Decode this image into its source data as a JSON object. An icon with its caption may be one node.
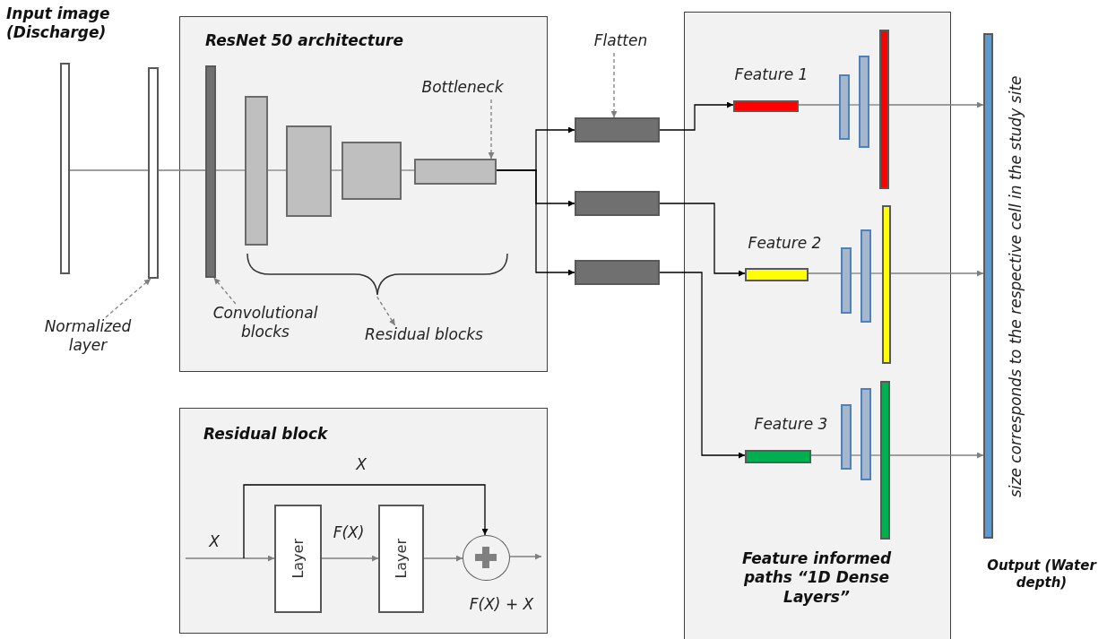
{
  "diagram": {
    "nodes": [
      {
        "text": [
          "Input image (Discharge)"
        ]
      },
      {
        "text": [],
        "shape": "bar"
      },
      {
        "text": [
          "ResNet 50 architecture"
        ]
      },
      {
        "text": [],
        "shape": "bar",
        "in": 2
      },
      {
        "text": [],
        "shape": "box",
        "in": 2
      },
      {
        "text": [],
        "shape": "box",
        "in": 2
      },
      {
        "text": [],
        "shape": "box",
        "in": 2
      },
      {
        "text": [],
        "shape": "box",
        "in": 2
      },
      {
        "text": [
          "Bottleneck"
        ],
        "in": 2
      },
      {
        "text": [
          "Convolutional blocks"
        ],
        "in": 2
      },
      {
        "text": [
          "Residual blocks"
        ],
        "in": 2
      },
      {
        "text": [
          "Normalized layer"
        ]
      },
      {
        "text": [
          "Flatten"
        ]
      },
      {
        "text": [],
        "shape": "box"
      },
      {
        "text": [],
        "shape": "box"
      },
      {
        "text": [],
        "shape": "box"
      },
      {
        "text": [
          "Feature informed paths “1D Dense Layers”"
        ]
      },
      {
        "text": [
          "Feature 1"
        ],
        "in": 16
      },
      {
        "text": [],
        "shape": "bar",
        "in": 16
      },
      {
        "text": [],
        "shape": "bar",
        "in": 16
      },
      {
        "text": [],
        "shape": "bar",
        "in": 16
      },
      {
        "text": [
          "Feature 2"
        ],
        "in": 16
      },
      {
        "text": [],
        "shape": "bar",
        "in": 16
      },
      {
        "text": [],
        "shape": "bar",
        "in": 16
      },
      {
        "text": [],
        "shape": "bar",
        "in": 16
      },
      {
        "text": [
          "Feature 3"
        ],
        "in": 16
      },
      {
        "text": [],
        "shape": "bar",
        "in": 16
      },
      {
        "text": [],
        "shape": "bar",
        "in": 16
      },
      {
        "text": [],
        "shape": "bar",
        "in": 16
      },
      {
        "text": [
          "Output (Water depth)"
        ],
        "beside": [
          "size corresponds to the respective cell in the study site"
        ]
      },
      {
        "text": [
          "Residual block"
        ]
      },
      {
        "text": [
          "Layer"
        ],
        "in": 30
      },
      {
        "text": [
          "Layer"
        ],
        "in": 30
      },
      {
        "text": [],
        "shape": "circle",
        "in": 30,
        "beside": [
          "F(X) + X"
        ]
      },
      {
        "text": [],
        "shape": "brace",
        "in": 2
      }
    ],
    "edges": [
      {
        "from": 0,
        "to": 1,
        "arrow": "none"
      },
      {
        "from": 1,
        "to": 3,
        "arrow": "none"
      },
      {
        "from": 3,
        "to": 4,
        "arrow": "none"
      },
      {
        "from": 4,
        "to": 5,
        "arrow": "none"
      },
      {
        "from": 5,
        "to": 6,
        "arrow": "none"
      },
      {
        "from": 6,
        "to": 7,
        "arrow": "none"
      },
      {
        "from": 7,
        "to": 13,
        "arrow": "to",
        "color": "#000000"
      },
      {
        "from": 7,
        "to": 14,
        "arrow": "to",
        "color": "#000000"
      },
      {
        "from": 7,
        "to": 15,
        "arrow": "to",
        "color": "#000000"
      },
      {
        "from": 13,
        "to": 17,
        "arrow": "to",
        "color": "#000000"
      },
      {
        "from": 14,
        "to": 21,
        "arrow": "to",
        "color": "#000000"
      },
      {
        "from": 15,
        "to": 25,
        "arrow": "to",
        "color": "#000000"
      },
      {
        "from": 17,
        "to": 18,
        "arrow": "none"
      },
      {
        "from": 18,
        "to": 19,
        "arrow": "none"
      },
      {
        "from": 19,
        "to": 20,
        "arrow": "none"
      },
      {
        "from": 20,
        "to": 29,
        "arrow": "to"
      },
      {
        "from": 21,
        "to": 22,
        "arrow": "none"
      },
      {
        "from": 22,
        "to": 23,
        "arrow": "none"
      },
      {
        "from": 23,
        "to": 24,
        "arrow": "none"
      },
      {
        "from": 24,
        "to": 29,
        "arrow": "to"
      },
      {
        "from": 25,
        "to": 26,
        "arrow": "none"
      },
      {
        "from": 26,
        "to": 27,
        "arrow": "none"
      },
      {
        "from": 27,
        "to": 28,
        "arrow": "none"
      },
      {
        "from": 28,
        "to": 29,
        "arrow": "to"
      },
      {
        "from": 11,
        "to": 1,
        "arrow": "to",
        "style": "dashed"
      },
      {
        "from": 9,
        "to": 3,
        "arrow": "to",
        "style": "dashed"
      },
      {
        "from": 34,
        "to": 10,
        "arrow": "to",
        "style": "dashed"
      },
      {
        "from": 8,
        "to": 7,
        "arrow": "to",
        "style": "dashed"
      },
      {
        "from": 12,
        "to": 13,
        "arrow": "to",
        "style": "dashed"
      },
      {
        "from": null,
        "to": 31,
        "arrow": "to",
        "label": "X"
      },
      {
        "from": 31,
        "to": 32,
        "arrow": "to",
        "label": "F(X)"
      },
      {
        "from": 32,
        "to": 33,
        "arrow": "to"
      },
      {
        "from": null,
        "to": 33,
        "arrow": "to",
        "label": "X",
        "color": "#000000"
      },
      {
        "from": 33,
        "to": null,
        "arrow": "to"
      }
    ]
  }
}
